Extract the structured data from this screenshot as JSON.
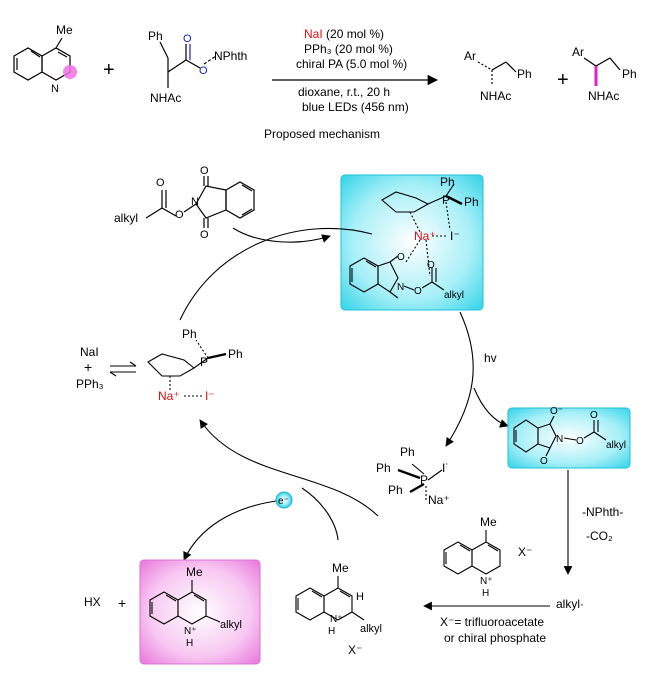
{
  "reaction": {
    "substrate_me": "Me",
    "reagent_ph": "Ph",
    "reagent_nphth": "NPhth",
    "reagent_nhac": "NHAc",
    "plus": "+",
    "cond_nai": "NaI",
    "cond_nai_amt": " (20 mol %)",
    "cond_pph3": "PPh₃ (20 mol %)",
    "cond_pa": "chiral PA (5.0 mol %)",
    "cond_solvent": "dioxane, r.t., 20 h",
    "cond_light": "blue LEDs (456 nm)",
    "prod_ar": "Ar",
    "prod_ph": "Ph",
    "prod_nhac": "NHAc"
  },
  "mechanism": {
    "title": "Proposed mechanism",
    "alkyl": "alkyl",
    "ph": "Ph",
    "p": "P",
    "na_plus": "Na⁺",
    "i_minus": "I⁻",
    "nai": "NaI",
    "pph3": "PPh₃",
    "hv": "hv",
    "i_dot": "I˙",
    "n": "N",
    "o": "O",
    "o_minus": "O⁻",
    "nphth_loss": "-NPhth-",
    "co2_loss": "-CO₂",
    "me": "Me",
    "x_minus": "X⁻",
    "nh_plus": "N⁺",
    "h": "H",
    "alkyl_radical": "alkyl·",
    "x_def_1": "X⁻= trifluoroacetate",
    "x_def_2": "or chiral phosphate",
    "electron": "e⁻",
    "hx": "HX",
    "plus": "+"
  },
  "colors": {
    "highlight_cyan": "#2fd6e8",
    "highlight_magenta": "#f070e0",
    "red_text": "#e01010",
    "blue_text": "#1020d0"
  }
}
